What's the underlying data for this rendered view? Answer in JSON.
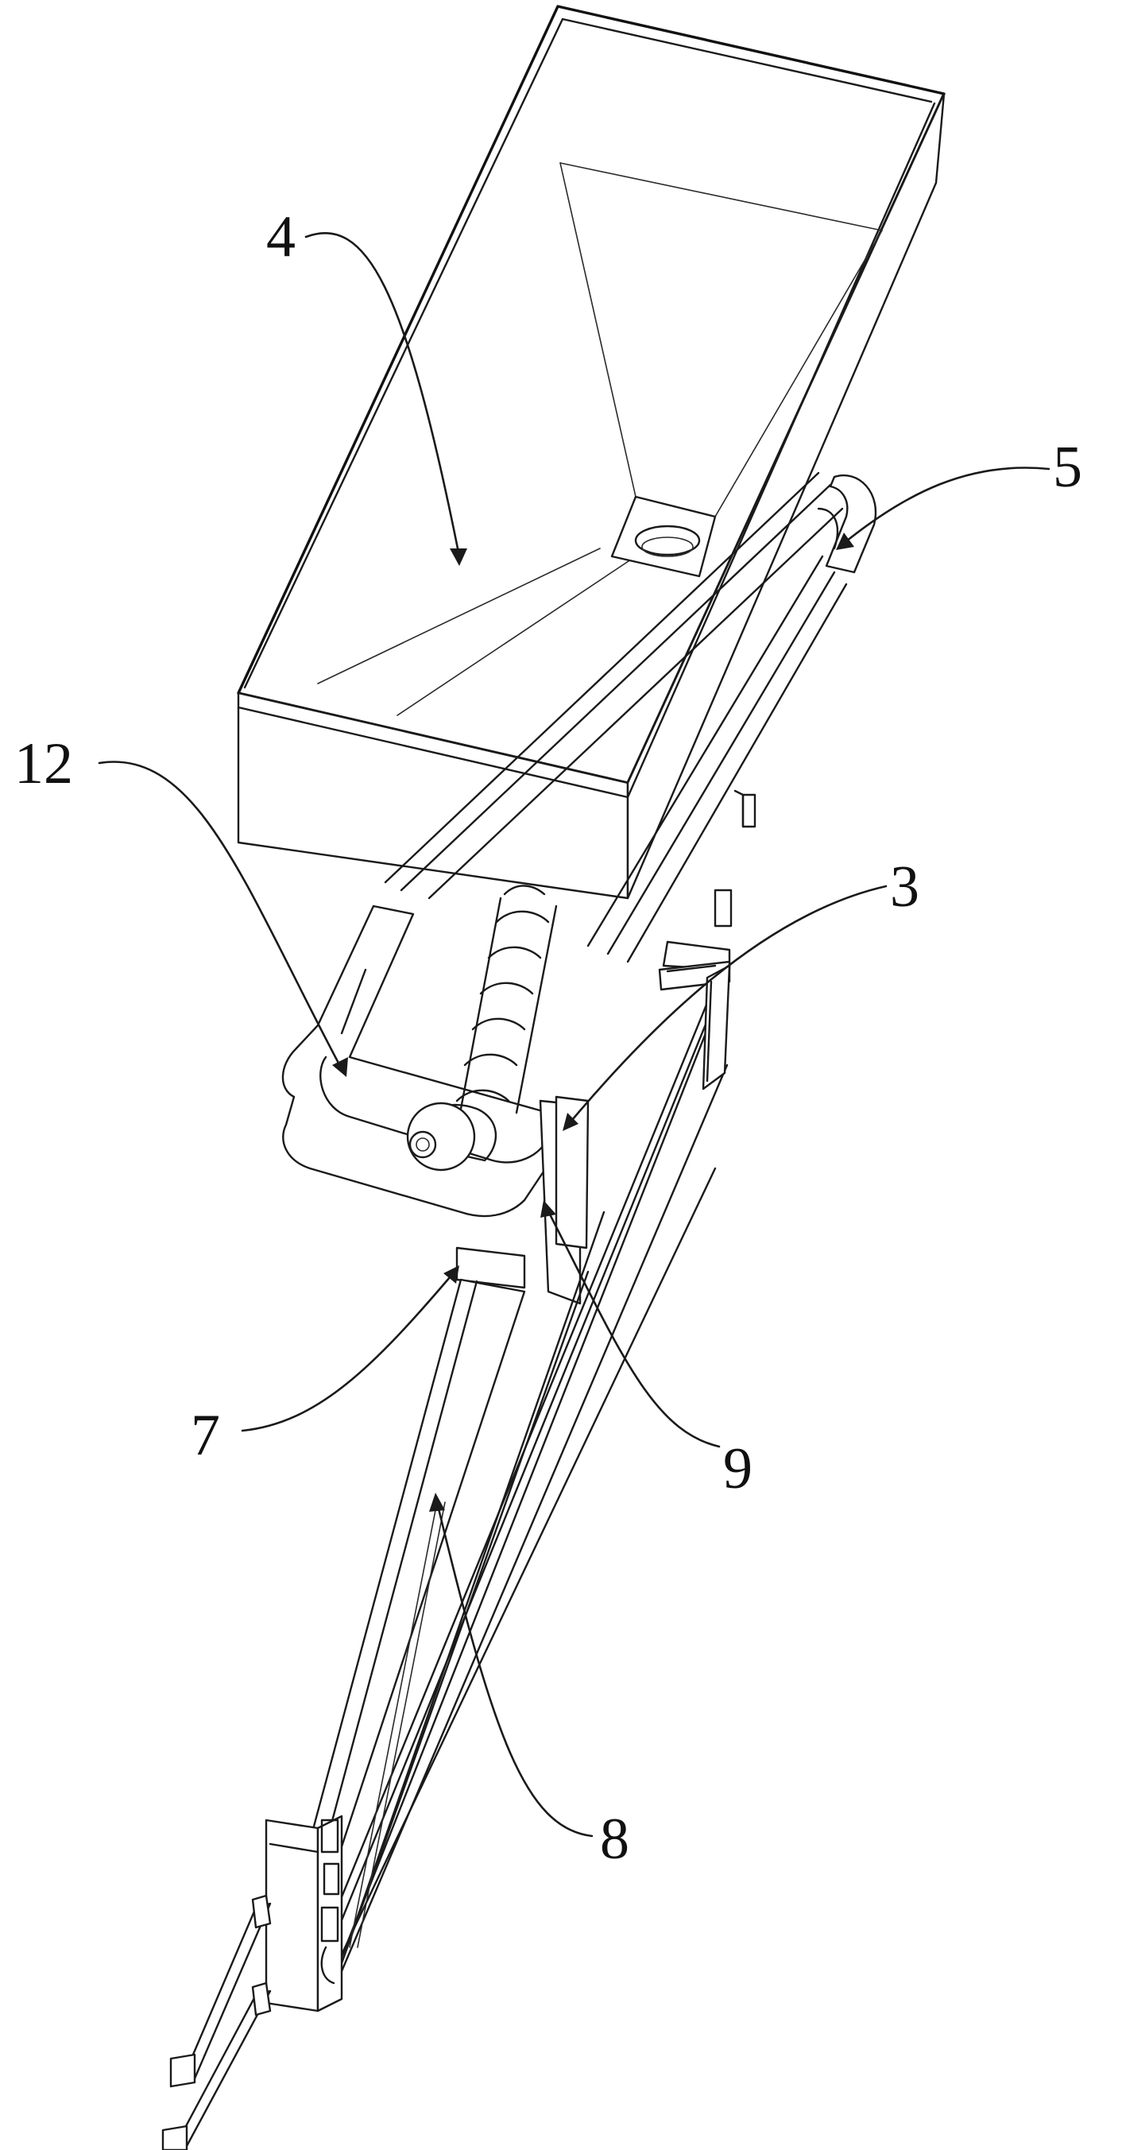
{
  "figure": {
    "background": "#ffffff",
    "line_color": "#1a1a1a",
    "callouts": [
      {
        "id": "c4",
        "label": "4"
      },
      {
        "id": "c5",
        "label": "5"
      },
      {
        "id": "c12",
        "label": "12"
      },
      {
        "id": "c3",
        "label": "3"
      },
      {
        "id": "c7",
        "label": "7"
      },
      {
        "id": "c9",
        "label": "9"
      },
      {
        "id": "c8",
        "label": "8"
      }
    ]
  }
}
